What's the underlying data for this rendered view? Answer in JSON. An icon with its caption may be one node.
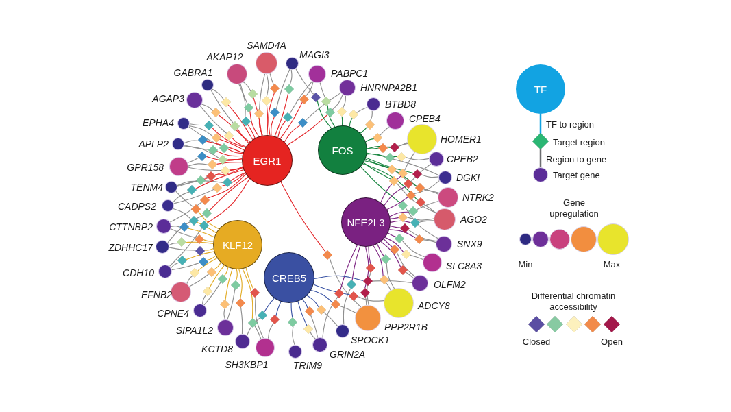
{
  "diagram": {
    "nodes": [
      {
        "text": [
          "EGR1"
        ]
      },
      {
        "text": [
          "FOS"
        ]
      },
      {
        "text": [
          "NFE2L3"
        ]
      },
      {
        "text": [
          "KLF12"
        ]
      },
      {
        "text": [
          "CREB5"
        ]
      },
      {
        "text": [],
        "shape": "circle",
        "beside": [
          "SAMD4A"
        ]
      },
      {
        "text": [],
        "shape": "circle",
        "beside": [
          "AKAP12"
        ]
      },
      {
        "text": [],
        "shape": "circle",
        "beside": [
          "MAGI3"
        ]
      },
      {
        "text": [],
        "shape": "circle",
        "beside": [
          "GABRA1"
        ]
      },
      {
        "text": [],
        "shape": "circle",
        "beside": [
          "PABPC1"
        ]
      },
      {
        "text": [],
        "shape": "circle",
        "beside": [
          "AGAP3"
        ]
      },
      {
        "text": [],
        "shape": "circle",
        "beside": [
          "HNRNPA2B1"
        ]
      },
      {
        "text": [],
        "shape": "circle",
        "beside": [
          "BTBD8"
        ]
      },
      {
        "text": [],
        "shape": "circle",
        "beside": [
          "EPHA4"
        ]
      },
      {
        "text": [],
        "shape": "circle",
        "beside": [
          "CPEB4"
        ]
      },
      {
        "text": [],
        "shape": "circle",
        "beside": [
          "HOMER1"
        ]
      },
      {
        "text": [],
        "shape": "circle",
        "beside": [
          "APLP2"
        ]
      },
      {
        "text": [],
        "shape": "circle",
        "beside": [
          "CPEB2"
        ]
      },
      {
        "text": [],
        "shape": "circle",
        "beside": [
          "GPR158"
        ]
      },
      {
        "text": [],
        "shape": "circle",
        "beside": [
          "DGKI"
        ]
      },
      {
        "text": [],
        "shape": "circle",
        "beside": [
          "TENM4"
        ]
      },
      {
        "text": [],
        "shape": "circle",
        "beside": [
          "NTRK2"
        ]
      },
      {
        "text": [],
        "shape": "circle",
        "beside": [
          "CADPS2"
        ]
      },
      {
        "text": [],
        "shape": "circle",
        "beside": [
          "AGO2"
        ]
      },
      {
        "text": [],
        "shape": "circle",
        "beside": [
          "CTTNBP2"
        ]
      },
      {
        "text": [],
        "shape": "circle",
        "beside": [
          "SNX9"
        ]
      },
      {
        "text": [],
        "shape": "circle",
        "beside": [
          "ZDHHC17"
        ]
      },
      {
        "text": [],
        "shape": "circle",
        "beside": [
          "SLC8A3"
        ]
      },
      {
        "text": [],
        "shape": "circle",
        "beside": [
          "CDH10"
        ]
      },
      {
        "text": [],
        "shape": "circle",
        "beside": [
          "OLFM2"
        ]
      },
      {
        "text": [],
        "shape": "circle",
        "beside": [
          "EFNB2"
        ]
      },
      {
        "text": [],
        "shape": "circle",
        "beside": [
          "ADCY8"
        ]
      },
      {
        "text": [],
        "shape": "circle",
        "beside": [
          "CPNE4"
        ]
      },
      {
        "text": [],
        "shape": "circle",
        "beside": [
          "PPP2R1B"
        ]
      },
      {
        "text": [],
        "shape": "circle",
        "beside": [
          "SIPA1L2"
        ]
      },
      {
        "text": [],
        "shape": "circle",
        "beside": [
          "SPOCK1"
        ]
      },
      {
        "text": [],
        "shape": "circle",
        "beside": [
          "KCTD8"
        ]
      },
      {
        "text": [],
        "shape": "circle",
        "beside": [
          "GRIN2A"
        ]
      },
      {
        "text": [],
        "shape": "circle",
        "beside": [
          "SH3KBP1"
        ]
      },
      {
        "text": [],
        "shape": "circle",
        "beside": [
          "TRIM9"
        ]
      },
      {
        "text": [],
        "shape": "diamond"
      },
      {
        "text": [],
        "shape": "diamond"
      },
      {
        "text": [],
        "shape": "diamond"
      },
      {
        "text": [],
        "shape": "diamond"
      },
      {
        "text": [],
        "shape": "diamond"
      },
      {
        "text": [],
        "shape": "diamond"
      },
      {
        "text": [],
        "shape": "diamond"
      },
      {
        "text": [],
        "shape": "diamond"
      },
      {
        "text": [],
        "shape": "diamond"
      },
      {
        "text": [],
        "shape": "diamond"
      },
      {
        "text": [],
        "shape": "diamond"
      },
      {
        "text": [],
        "shape": "diamond"
      },
      {
        "text": [],
        "shape": "diamond"
      },
      {
        "text": [],
        "shape": "diamond"
      },
      {
        "text": [],
        "shape": "diamond"
      },
      {
        "text": [],
        "shape": "diamond"
      },
      {
        "text": [],
        "shape": "diamond"
      },
      {
        "text": [],
        "shape": "diamond"
      },
      {
        "text": [],
        "shape": "diamond"
      },
      {
        "text": [],
        "shape": "diamond"
      },
      {
        "text": [],
        "shape": "diamond"
      },
      {
        "text": [],
        "shape": "diamond"
      },
      {
        "text": [],
        "shape": "diamond"
      },
      {
        "text": [],
        "shape": "diamond"
      },
      {
        "text": [],
        "shape": "diamond"
      },
      {
        "text": [],
        "shape": "diamond"
      },
      {
        "text": [],
        "shape": "diamond"
      },
      {
        "text": [],
        "shape": "diamond"
      },
      {
        "text": [],
        "shape": "diamond"
      },
      {
        "text": [],
        "shape": "diamond"
      },
      {
        "text": [],
        "shape": "diamond"
      },
      {
        "text": [],
        "shape": "diamond"
      },
      {
        "text": [],
        "shape": "diamond"
      },
      {
        "text": [],
        "shape": "diamond"
      },
      {
        "text": [],
        "shape": "diamond"
      },
      {
        "text": [],
        "shape": "diamond"
      },
      {
        "text": [],
        "shape": "diamond"
      },
      {
        "text": [],
        "shape": "diamond"
      },
      {
        "text": [],
        "shape": "diamond"
      },
      {
        "text": [],
        "shape": "diamond"
      },
      {
        "text": [],
        "shape": "diamond"
      },
      {
        "text": [],
        "shape": "diamond"
      },
      {
        "text": [],
        "shape": "diamond"
      },
      {
        "text": [],
        "shape": "diamond"
      },
      {
        "text": [],
        "shape": "diamond"
      },
      {
        "text": [],
        "shape": "diamond"
      },
      {
        "text": [],
        "shape": "diamond"
      },
      {
        "text": [],
        "shape": "diamond"
      },
      {
        "text": [],
        "shape": "diamond"
      },
      {
        "text": [],
        "shape": "diamond"
      },
      {
        "text": [],
        "shape": "diamond"
      },
      {
        "text": [],
        "shape": "diamond"
      },
      {
        "text": [],
        "shape": "diamond"
      },
      {
        "text": [],
        "shape": "diamond"
      },
      {
        "text": [],
        "shape": "diamond"
      },
      {
        "text": [],
        "shape": "diamond"
      },
      {
        "text": [],
        "shape": "diamond"
      },
      {
        "text": [],
        "shape": "diamond"
      },
      {
        "text": [],
        "shape": "diamond"
      },
      {
        "text": [],
        "shape": "diamond"
      },
      {
        "text": [],
        "shape": "diamond"
      },
      {
        "text": [],
        "shape": "diamond"
      },
      {
        "text": [],
        "shape": "diamond"
      },
      {
        "text": [],
        "shape": "diamond"
      },
      {
        "text": [],
        "shape": "diamond"
      },
      {
        "text": [],
        "shape": "diamond"
      },
      {
        "text": [],
        "shape": "diamond"
      },
      {
        "text": [],
        "shape": "diamond"
      },
      {
        "text": [],
        "shape": "diamond"
      },
      {
        "text": [],
        "shape": "diamond"
      },
      {
        "text": [],
        "shape": "diamond"
      },
      {
        "text": [],
        "shape": "diamond"
      },
      {
        "text": [],
        "shape": "diamond"
      },
      {
        "text": [],
        "shape": "diamond"
      },
      {
        "text": [],
        "shape": "diamond"
      },
      {
        "text": [],
        "shape": "diamond"
      },
      {
        "text": [],
        "shape": "diamond"
      },
      {
        "text": [],
        "shape": "diamond"
      },
      {
        "text": [],
        "shape": "diamond"
      },
      {
        "text": [],
        "shape": "diamond"
      },
      {
        "text": [],
        "shape": "diamond"
      },
      {
        "text": [],
        "shape": "diamond"
      },
      {
        "text": [],
        "shape": "diamond"
      },
      {
        "text": [],
        "shape": "diamond"
      },
      {
        "text": [],
        "shape": "diamond"
      },
      {
        "text": [],
        "shape": "diamond"
      },
      {
        "text": [],
        "shape": "diamond"
      },
      {
        "text": [],
        "shape": "diamond"
      },
      {
        "text": [],
        "shape": "diamond"
      },
      {
        "text": [],
        "shape": "diamond"
      },
      {
        "text": [],
        "shape": "diamond"
      },
      {
        "text": [],
        "shape": "diamond"
      },
      {
        "text": [],
        "shape": "diamond"
      },
      {
        "text": [],
        "shape": "diamond"
      }
    ],
    "edges": [
      {
        "from": 0,
        "to": 40,
        "arrow": "none",
        "color": "#e4262a"
      },
      {
        "from": 40,
        "to": 5,
        "arrow": "none"
      },
      {
        "from": 0,
        "to": 41,
        "arrow": "none",
        "color": "#e4262a"
      },
      {
        "from": 41,
        "to": 5,
        "arrow": "none"
      },
      {
        "from": 0,
        "to": 42,
        "arrow": "none",
        "color": "#e4262a"
      },
      {
        "from": 42,
        "to": 5,
        "arrow": "none"
      },
      {
        "from": 0,
        "to": 43,
        "arrow": "none",
        "color": "#e4262a"
      },
      {
        "from": 43,
        "to": 6,
        "arrow": "none"
      },
      {
        "from": 0,
        "to": 44,
        "arrow": "none",
        "color": "#e4262a"
      },
      {
        "from": 44,
        "to": 6,
        "arrow": "none"
      },
      {
        "from": 0,
        "to": 45,
        "arrow": "none",
        "color": "#e4262a"
      },
      {
        "from": 45,
        "to": 6,
        "arrow": "none"
      },
      {
        "from": 0,
        "to": 46,
        "arrow": "none",
        "color": "#e4262a"
      },
      {
        "from": 46,
        "to": 7,
        "arrow": "none"
      },
      {
        "from": 0,
        "to": 47,
        "arrow": "none",
        "color": "#e4262a"
      },
      {
        "from": 47,
        "to": 7,
        "arrow": "none"
      },
      {
        "from": 0,
        "to": 48,
        "arrow": "none",
        "color": "#e4262a"
      },
      {
        "from": 48,
        "to": 8,
        "arrow": "none"
      },
      {
        "from": 0,
        "to": 49,
        "arrow": "none",
        "color": "#e4262a"
      },
      {
        "from": 49,
        "to": 8,
        "arrow": "none"
      },
      {
        "from": 0,
        "to": 50,
        "arrow": "none",
        "color": "#e4262a"
      },
      {
        "from": 50,
        "to": 10,
        "arrow": "none"
      },
      {
        "from": 0,
        "to": 51,
        "arrow": "none",
        "color": "#e4262a"
      },
      {
        "from": 51,
        "to": 10,
        "arrow": "none"
      },
      {
        "from": 0,
        "to": 52,
        "arrow": "none",
        "color": "#e4262a"
      },
      {
        "from": 52,
        "to": 13,
        "arrow": "none"
      },
      {
        "from": 0,
        "to": 53,
        "arrow": "none",
        "color": "#e4262a"
      },
      {
        "from": 53,
        "to": 13,
        "arrow": "none"
      },
      {
        "from": 0,
        "to": 54,
        "arrow": "none",
        "color": "#e4262a"
      },
      {
        "from": 54,
        "to": 13,
        "arrow": "none"
      },
      {
        "from": 0,
        "to": 55,
        "arrow": "none",
        "color": "#e4262a"
      },
      {
        "from": 55,
        "to": 16,
        "arrow": "none"
      },
      {
        "from": 0,
        "to": 56,
        "arrow": "none",
        "color": "#e4262a"
      },
      {
        "from": 56,
        "to": 16,
        "arrow": "none"
      },
      {
        "from": 0,
        "to": 57,
        "arrow": "none",
        "color": "#e4262a"
      },
      {
        "from": 57,
        "to": 16,
        "arrow": "none"
      },
      {
        "from": 0,
        "to": 58,
        "arrow": "none",
        "color": "#e4262a"
      },
      {
        "from": 58,
        "to": 18,
        "arrow": "none"
      },
      {
        "from": 0,
        "to": 59,
        "arrow": "none",
        "color": "#e4262a"
      },
      {
        "from": 59,
        "to": 18,
        "arrow": "none"
      },
      {
        "from": 0,
        "to": 60,
        "arrow": "none",
        "color": "#e4262a"
      },
      {
        "from": 60,
        "to": 18,
        "arrow": "none"
      },
      {
        "from": 0,
        "to": 61,
        "arrow": "none",
        "color": "#e4262a"
      },
      {
        "from": 61,
        "to": 20,
        "arrow": "none"
      },
      {
        "from": 0,
        "to": 62,
        "arrow": "none",
        "color": "#e4262a"
      },
      {
        "from": 62,
        "to": 20,
        "arrow": "none"
      },
      {
        "from": 0,
        "to": 63,
        "arrow": "none",
        "color": "#e4262a"
      },
      {
        "from": 63,
        "to": 20,
        "arrow": "none"
      },
      {
        "from": 0,
        "to": 64,
        "arrow": "none",
        "color": "#e4262a"
      },
      {
        "from": 64,
        "to": 22,
        "arrow": "none"
      },
      {
        "from": 0,
        "to": 65,
        "arrow": "none",
        "color": "#e4262a"
      },
      {
        "from": 65,
        "to": 22,
        "arrow": "none"
      },
      {
        "from": 0,
        "to": 66,
        "arrow": "none",
        "color": "#e4262a"
      },
      {
        "from": 66,
        "to": 9,
        "arrow": "none"
      },
      {
        "from": 0,
        "to": 67,
        "arrow": "none",
        "color": "#e4262a"
      },
      {
        "from": 67,
        "to": 9,
        "arrow": "none"
      },
      {
        "from": 0,
        "to": 68,
        "arrow": "none",
        "color": "#e4262a"
      },
      {
        "from": 68,
        "to": 11,
        "arrow": "none"
      },
      {
        "from": 0,
        "to": 69,
        "arrow": "none",
        "color": "#e4262a"
      },
      {
        "from": 69,
        "to": 11,
        "arrow": "none"
      },
      {
        "from": 0,
        "to": 70,
        "arrow": "none",
        "color": "#e4262a"
      },
      {
        "from": 70,
        "to": 24,
        "arrow": "none"
      },
      {
        "from": 0,
        "to": 71,
        "arrow": "none",
        "color": "#e4262a"
      },
      {
        "from": 71,
        "to": 26,
        "arrow": "none"
      },
      {
        "from": 0,
        "to": 72,
        "arrow": "none",
        "color": "#e4262a"
      },
      {
        "from": 72,
        "to": 28,
        "arrow": "none"
      },
      {
        "from": 0,
        "to": 73,
        "arrow": "none",
        "color": "#e4262a"
      },
      {
        "from": 73,
        "to": 33,
        "arrow": "none"
      },
      {
        "from": 1,
        "to": 74,
        "arrow": "none",
        "color": "#17853f"
      },
      {
        "from": 74,
        "to": 12,
        "arrow": "none"
      },
      {
        "from": 1,
        "to": 75,
        "arrow": "none",
        "color": "#17853f"
      },
      {
        "from": 75,
        "to": 12,
        "arrow": "none"
      },
      {
        "from": 1,
        "to": 76,
        "arrow": "none",
        "color": "#17853f"
      },
      {
        "from": 76,
        "to": 14,
        "arrow": "none"
      },
      {
        "from": 1,
        "to": 77,
        "arrow": "none",
        "color": "#17853f"
      },
      {
        "from": 77,
        "to": 15,
        "arrow": "none"
      },
      {
        "from": 1,
        "to": 78,
        "arrow": "none",
        "color": "#17853f"
      },
      {
        "from": 78,
        "to": 15,
        "arrow": "none"
      },
      {
        "from": 1,
        "to": 79,
        "arrow": "none",
        "color": "#17853f"
      },
      {
        "from": 79,
        "to": 17,
        "arrow": "none"
      },
      {
        "from": 1,
        "to": 80,
        "arrow": "none",
        "color": "#17853f"
      },
      {
        "from": 80,
        "to": 19,
        "arrow": "none"
      },
      {
        "from": 1,
        "to": 81,
        "arrow": "none",
        "color": "#17853f"
      },
      {
        "from": 81,
        "to": 21,
        "arrow": "none"
      },
      {
        "from": 1,
        "to": 82,
        "arrow": "none",
        "color": "#17853f"
      },
      {
        "from": 82,
        "to": 21,
        "arrow": "none"
      },
      {
        "from": 1,
        "to": 83,
        "arrow": "none",
        "color": "#17853f"
      },
      {
        "from": 83,
        "to": 11,
        "arrow": "none"
      },
      {
        "from": 1,
        "to": 84,
        "arrow": "none",
        "color": "#17853f"
      },
      {
        "from": 84,
        "to": 9,
        "arrow": "none"
      },
      {
        "from": 1,
        "to": 85,
        "arrow": "none",
        "color": "#17853f"
      },
      {
        "from": 85,
        "to": 23,
        "arrow": "none"
      },
      {
        "from": 1,
        "to": 86,
        "arrow": "none",
        "color": "#17853f"
      },
      {
        "from": 86,
        "to": 7,
        "arrow": "none"
      },
      {
        "from": 1,
        "to": 87,
        "arrow": "none",
        "color": "#17853f"
      },
      {
        "from": 87,
        "to": 25,
        "arrow": "none"
      },
      {
        "from": 1,
        "to": 88,
        "arrow": "none",
        "color": "#17853f"
      },
      {
        "from": 88,
        "to": 23,
        "arrow": "none"
      },
      {
        "from": 1,
        "to": 89,
        "arrow": "none",
        "color": "#17853f"
      },
      {
        "from": 89,
        "to": 19,
        "arrow": "none"
      },
      {
        "from": 2,
        "to": 90,
        "arrow": "none",
        "color": "#7e2583"
      },
      {
        "from": 90,
        "to": 21,
        "arrow": "none"
      },
      {
        "from": 2,
        "to": 91,
        "arrow": "none",
        "color": "#7e2583"
      },
      {
        "from": 91,
        "to": 23,
        "arrow": "none"
      },
      {
        "from": 2,
        "to": 92,
        "arrow": "none",
        "color": "#7e2583"
      },
      {
        "from": 92,
        "to": 23,
        "arrow": "none"
      },
      {
        "from": 2,
        "to": 93,
        "arrow": "none",
        "color": "#7e2583"
      },
      {
        "from": 93,
        "to": 25,
        "arrow": "none"
      },
      {
        "from": 2,
        "to": 94,
        "arrow": "none",
        "color": "#7e2583"
      },
      {
        "from": 94,
        "to": 25,
        "arrow": "none"
      },
      {
        "from": 2,
        "to": 95,
        "arrow": "none",
        "color": "#7e2583"
      },
      {
        "from": 95,
        "to": 27,
        "arrow": "none"
      },
      {
        "from": 2,
        "to": 96,
        "arrow": "none",
        "color": "#7e2583"
      },
      {
        "from": 96,
        "to": 27,
        "arrow": "none"
      },
      {
        "from": 2,
        "to": 97,
        "arrow": "none",
        "color": "#7e2583"
      },
      {
        "from": 97,
        "to": 29,
        "arrow": "none"
      },
      {
        "from": 2,
        "to": 98,
        "arrow": "none",
        "color": "#7e2583"
      },
      {
        "from": 98,
        "to": 29,
        "arrow": "none"
      },
      {
        "from": 2,
        "to": 99,
        "arrow": "none",
        "color": "#7e2583"
      },
      {
        "from": 99,
        "to": 31,
        "arrow": "none"
      },
      {
        "from": 2,
        "to": 100,
        "arrow": "none",
        "color": "#7e2583"
      },
      {
        "from": 100,
        "to": 31,
        "arrow": "none"
      },
      {
        "from": 2,
        "to": 101,
        "arrow": "none",
        "color": "#7e2583"
      },
      {
        "from": 101,
        "to": 33,
        "arrow": "none"
      },
      {
        "from": 2,
        "to": 102,
        "arrow": "none",
        "color": "#7e2583"
      },
      {
        "from": 102,
        "to": 33,
        "arrow": "none"
      },
      {
        "from": 2,
        "to": 103,
        "arrow": "none",
        "color": "#7e2583"
      },
      {
        "from": 103,
        "to": 35,
        "arrow": "none"
      },
      {
        "from": 2,
        "to": 104,
        "arrow": "none",
        "color": "#7e2583"
      },
      {
        "from": 104,
        "to": 17,
        "arrow": "none"
      },
      {
        "from": 2,
        "to": 105,
        "arrow": "none",
        "color": "#7e2583"
      },
      {
        "from": 105,
        "to": 19,
        "arrow": "none"
      },
      {
        "from": 2,
        "to": 106,
        "arrow": "none",
        "color": "#7e2583"
      },
      {
        "from": 106,
        "to": 15,
        "arrow": "none"
      },
      {
        "from": 2,
        "to": 107,
        "arrow": "none",
        "color": "#7e2583"
      },
      {
        "from": 107,
        "to": 37,
        "arrow": "none"
      },
      {
        "from": 3,
        "to": 108,
        "arrow": "none",
        "color": "#e2ac26"
      },
      {
        "from": 108,
        "to": 24,
        "arrow": "none"
      },
      {
        "from": 3,
        "to": 109,
        "arrow": "none",
        "color": "#e2ac26"
      },
      {
        "from": 109,
        "to": 24,
        "arrow": "none"
      },
      {
        "from": 3,
        "to": 110,
        "arrow": "none",
        "color": "#e2ac26"
      },
      {
        "from": 110,
        "to": 26,
        "arrow": "none"
      },
      {
        "from": 3,
        "to": 111,
        "arrow": "none",
        "color": "#e2ac26"
      },
      {
        "from": 111,
        "to": 26,
        "arrow": "none"
      },
      {
        "from": 3,
        "to": 112,
        "arrow": "none",
        "color": "#e2ac26"
      },
      {
        "from": 112,
        "to": 28,
        "arrow": "none"
      },
      {
        "from": 3,
        "to": 113,
        "arrow": "none",
        "color": "#e2ac26"
      },
      {
        "from": 113,
        "to": 28,
        "arrow": "none"
      },
      {
        "from": 3,
        "to": 114,
        "arrow": "none",
        "color": "#e2ac26"
      },
      {
        "from": 114,
        "to": 30,
        "arrow": "none"
      },
      {
        "from": 3,
        "to": 115,
        "arrow": "none",
        "color": "#e2ac26"
      },
      {
        "from": 115,
        "to": 30,
        "arrow": "none"
      },
      {
        "from": 3,
        "to": 116,
        "arrow": "none",
        "color": "#e2ac26"
      },
      {
        "from": 116,
        "to": 32,
        "arrow": "none"
      },
      {
        "from": 3,
        "to": 117,
        "arrow": "none",
        "color": "#e2ac26"
      },
      {
        "from": 117,
        "to": 32,
        "arrow": "none"
      },
      {
        "from": 3,
        "to": 118,
        "arrow": "none",
        "color": "#e2ac26"
      },
      {
        "from": 118,
        "to": 34,
        "arrow": "none"
      },
      {
        "from": 3,
        "to": 119,
        "arrow": "none",
        "color": "#e2ac26"
      },
      {
        "from": 119,
        "to": 34,
        "arrow": "none"
      },
      {
        "from": 3,
        "to": 120,
        "arrow": "none",
        "color": "#e2ac26"
      },
      {
        "from": 120,
        "to": 36,
        "arrow": "none"
      },
      {
        "from": 3,
        "to": 121,
        "arrow": "none",
        "color": "#e2ac26"
      },
      {
        "from": 121,
        "to": 38,
        "arrow": "none"
      },
      {
        "from": 3,
        "to": 122,
        "arrow": "none",
        "color": "#e2ac26"
      },
      {
        "from": 122,
        "to": 38,
        "arrow": "none"
      },
      {
        "from": 3,
        "to": 123,
        "arrow": "none",
        "color": "#e2ac26"
      },
      {
        "from": 123,
        "to": 22,
        "arrow": "none"
      },
      {
        "from": 3,
        "to": 124,
        "arrow": "none",
        "color": "#e2ac26"
      },
      {
        "from": 124,
        "to": 20,
        "arrow": "none"
      },
      {
        "from": 4,
        "to": 125,
        "arrow": "none",
        "color": "#3d56a6"
      },
      {
        "from": 125,
        "to": 39,
        "arrow": "none"
      },
      {
        "from": 4,
        "to": 126,
        "arrow": "none",
        "color": "#3d56a6"
      },
      {
        "from": 126,
        "to": 37,
        "arrow": "none"
      },
      {
        "from": 4,
        "to": 127,
        "arrow": "none",
        "color": "#3d56a6"
      },
      {
        "from": 127,
        "to": 37,
        "arrow": "none"
      },
      {
        "from": 4,
        "to": 128,
        "arrow": "none",
        "color": "#3d56a6"
      },
      {
        "from": 128,
        "to": 35,
        "arrow": "none"
      },
      {
        "from": 4,
        "to": 129,
        "arrow": "none",
        "color": "#3d56a6"
      },
      {
        "from": 129,
        "to": 38,
        "arrow": "none"
      },
      {
        "from": 4,
        "to": 130,
        "arrow": "none",
        "color": "#3d56a6"
      },
      {
        "from": 130,
        "to": 33,
        "arrow": "none"
      },
      {
        "from": 4,
        "to": 131,
        "arrow": "none",
        "color": "#3d56a6"
      },
      {
        "from": 131,
        "to": 31,
        "arrow": "none"
      },
      {
        "from": 4,
        "to": 132,
        "arrow": "none",
        "color": "#3d56a6"
      },
      {
        "from": 132,
        "to": 29,
        "arrow": "none"
      },
      {
        "from": 4,
        "to": 133,
        "arrow": "none",
        "color": "#3d56a6"
      },
      {
        "from": 133,
        "to": 36,
        "arrow": "none"
      }
    ],
    "labels": [
      "Gene upregulation",
      "Differential chromatin accessibility"
    ],
    "legend": [
      {
        "text": "TF"
      },
      {
        "text": "TF to region"
      },
      {
        "text": "Target region"
      },
      {
        "text": "Region to gene"
      },
      {
        "text": "Target gene"
      },
      {
        "text": "Min",
        "color": "#2e2a82"
      },
      {
        "text": "Max",
        "color": "#e8e42c"
      },
      {
        "text": "Closed",
        "color": "#5b4fa3"
      },
      {
        "text": "Open",
        "color": "#a3184a"
      }
    ]
  }
}
